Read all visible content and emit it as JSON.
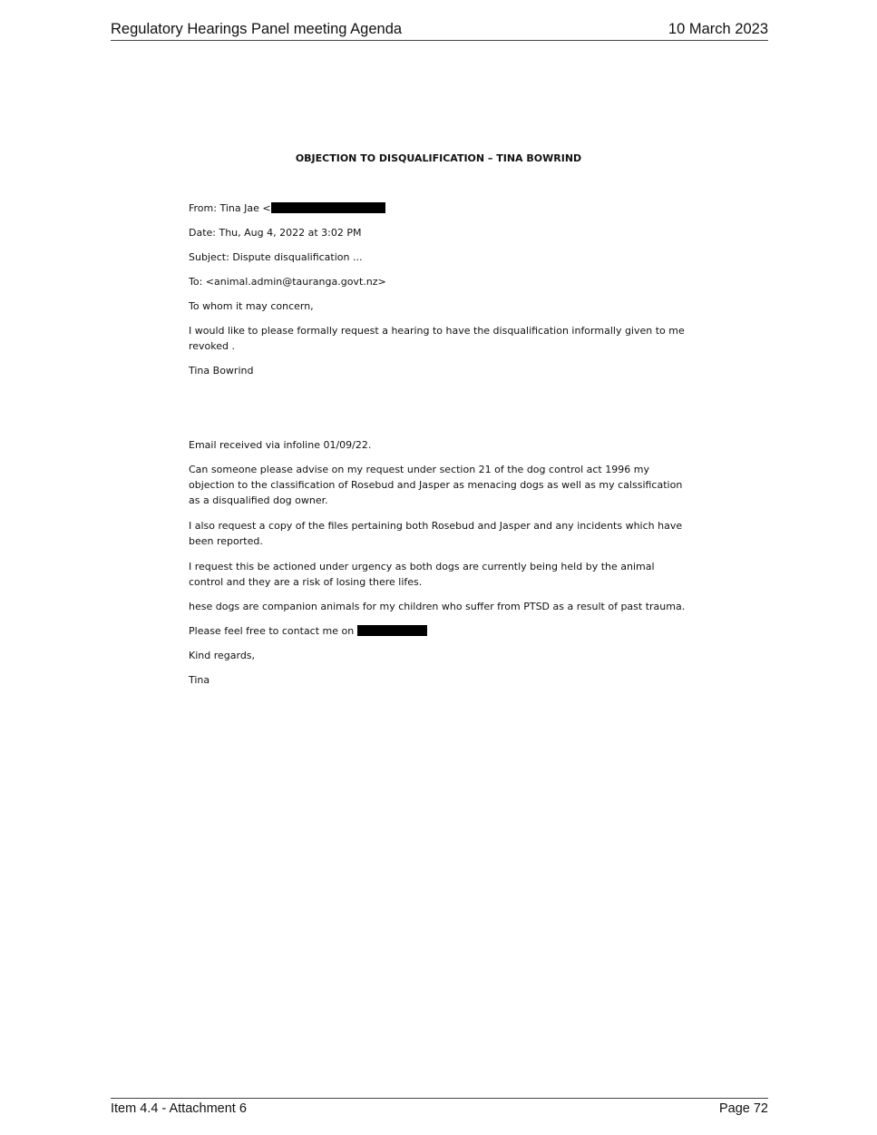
{
  "header": {
    "title": "Regulatory Hearings Panel meeting Agenda",
    "date": "10 March 2023"
  },
  "footer": {
    "item": "Item 4.4 - Attachment 6",
    "page": "Page 72"
  },
  "document": {
    "title": "OBJECTION TO DISQUALIFICATION – TINA BOWRIND",
    "email1": {
      "from": "From: Tina Jae <",
      "date": "Date: Thu, Aug 4, 2022 at 3:02 PM",
      "subject": "Subject: Dispute disqualification ...",
      "to": "To: <animal.admin@tauranga.govt.nz>",
      "greeting": "To whom it may concern,",
      "body": "I would like to please formally request a hearing to have the disqualification informally given to me revoked .",
      "signature": "Tina Bowrind"
    },
    "email2": {
      "received": "Email received via infoline 01/09/22.",
      "p1": "Can someone please advise on my request under section 21 of the dog control act 1996 my objection to the classification of Rosebud and Jasper as menacing dogs as well as my calssification as a disqualified dog owner.",
      "p2": "I also request a copy of the files pertaining both Rosebud and Jasper and any incidents which have been reported.",
      "p3": "I request this be actioned under urgency as both dogs are currently being held by the animal control and they are a risk of losing there lifes.",
      "p4": "hese dogs are companion animals for my children who suffer from PTSD as a result of past trauma.",
      "contact": "Please feel free to contact me on",
      "closing": "Kind regards,",
      "signature": "Tina"
    }
  }
}
